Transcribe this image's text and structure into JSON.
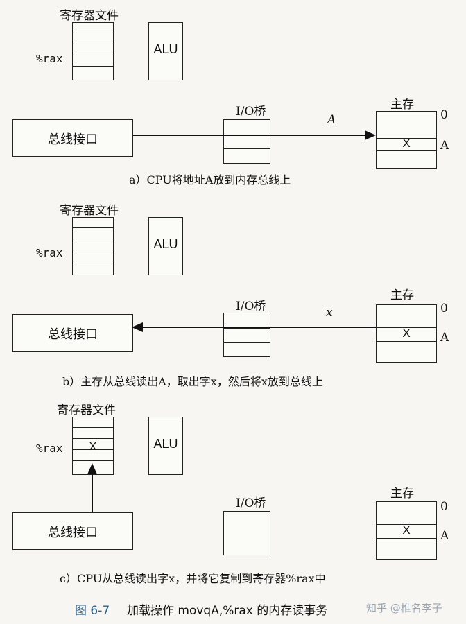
{
  "panels": [
    {
      "register_file_label": "寄存器文件",
      "rax_label": "%rax",
      "rax_value": "",
      "alu_label": "ALU",
      "bus_interface_label": "总线接口",
      "io_bridge_label": "I/O桥",
      "bus_signal_label": "A",
      "main_memory_label": "主存",
      "mem_addr_0": "0",
      "mem_addr_a": "A",
      "mem_cell_value": "X",
      "caption": "a）CPU将地址A放到内存总线上"
    },
    {
      "register_file_label": "寄存器文件",
      "rax_label": "%rax",
      "rax_value": "",
      "alu_label": "ALU",
      "bus_interface_label": "总线接口",
      "io_bridge_label": "I/O桥",
      "bus_signal_label": "x",
      "main_memory_label": "主存",
      "mem_addr_0": "0",
      "mem_addr_a": "A",
      "mem_cell_value": "X",
      "caption": "b）主存从总线读出A，取出字x，然后将x放到总线上"
    },
    {
      "register_file_label": "寄存器文件",
      "rax_label": "%rax",
      "rax_value": "X",
      "alu_label": "ALU",
      "bus_interface_label": "总线接口",
      "io_bridge_label": "I/O桥",
      "bus_signal_label": "",
      "main_memory_label": "主存",
      "mem_addr_0": "0",
      "mem_addr_a": "A",
      "mem_cell_value": "X",
      "caption": "c）CPU从总线读出字x，并将它复制到寄存器%rax中"
    }
  ],
  "figure": {
    "number": "图 6-7",
    "title": "加载操作 movqA,%rax 的内存读事务"
  },
  "watermark": "知乎 @椎名李子"
}
